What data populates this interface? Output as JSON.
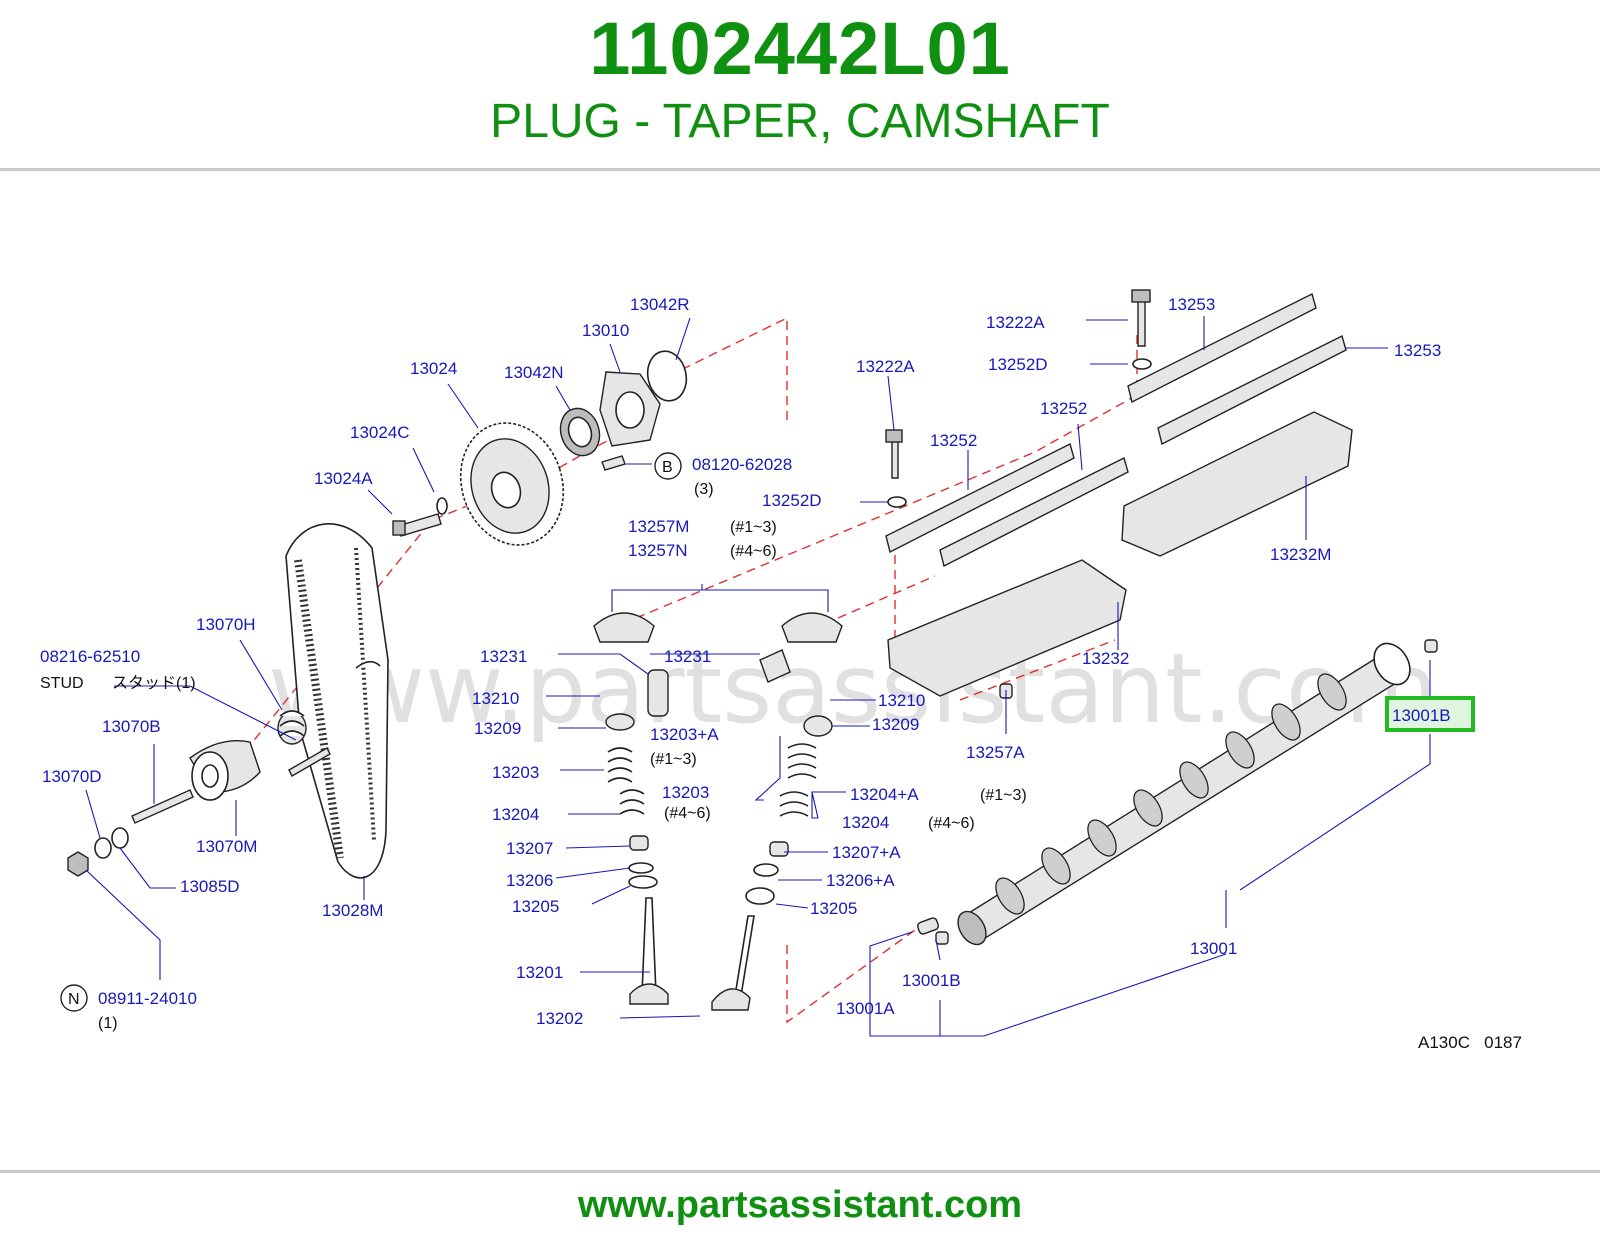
{
  "header": {
    "part_number": "1102442L01",
    "part_title": "PLUG - TAPER, CAMSHAFT"
  },
  "watermark": "www.partsassistant.com",
  "footer": {
    "url": "www.partsassistant.com"
  },
  "colors": {
    "brand_green": "#109010",
    "label_blue": "#1818b8",
    "highlight_green": "#22bb22",
    "guide_red": "#e03030"
  },
  "diagram": {
    "code": "A130C   0187",
    "labels": {
      "l13042R": "13042R",
      "l13010": "13010",
      "l13024": "13024",
      "l13042N": "13042N",
      "l13024C": "13024C",
      "l13024A": "13024A",
      "l08120": "08120-62028",
      "l08120q": "(3)",
      "l13257M": "13257M",
      "l13257Mr": "(#1~3)",
      "l13257N": "13257N",
      "l13257Nr": "(#4~6)",
      "l13222A_top": "13222A",
      "l13253_a": "13253",
      "l13253_b": "13253",
      "l13252D_top": "13252D",
      "l13222A_mid": "13222A",
      "l13252_a": "13252",
      "l13252_b": "13252",
      "l13252D_mid": "13252D",
      "l13232M": "13232M",
      "l13232": "13232",
      "l13070H": "13070H",
      "l08216": "08216-62510",
      "l08216s": "STUD",
      "l08216j": "スタッド(1)",
      "l13070B": "13070B",
      "l13070D": "13070D",
      "l13070M": "13070M",
      "l13085D": "13085D",
      "l13028M": "13028M",
      "l08911": "08911-24010",
      "l08911q": "(1)",
      "l13231_a": "13231",
      "l13231_b": "13231",
      "l13210_a": "13210",
      "l13210_b": "13210",
      "l13209_a": "13209",
      "l13209_b": "13209",
      "l13203A": "13203+A",
      "l13203Ar": "(#1~3)",
      "l13203_a": "13203",
      "l13203_b": "13203",
      "l13203r": "(#4~6)",
      "l13204_a": "13204",
      "l13204A": "13204+A",
      "l13204Ar": "(#1~3)",
      "l13204_b": "13204",
      "l13204r": "(#4~6)",
      "l13207": "13207",
      "l13207A": "13207+A",
      "l13206": "13206",
      "l13206A": "13206+A",
      "l13205_a": "13205",
      "l13205_b": "13205",
      "l13201": "13201",
      "l13202": "13202",
      "l13257A": "13257A",
      "l13001B_hl": "13001B",
      "l13001": "13001",
      "l13001B": "13001B",
      "l13001A": "13001A"
    },
    "callout_letters": {
      "b": "B",
      "n": "N"
    }
  }
}
